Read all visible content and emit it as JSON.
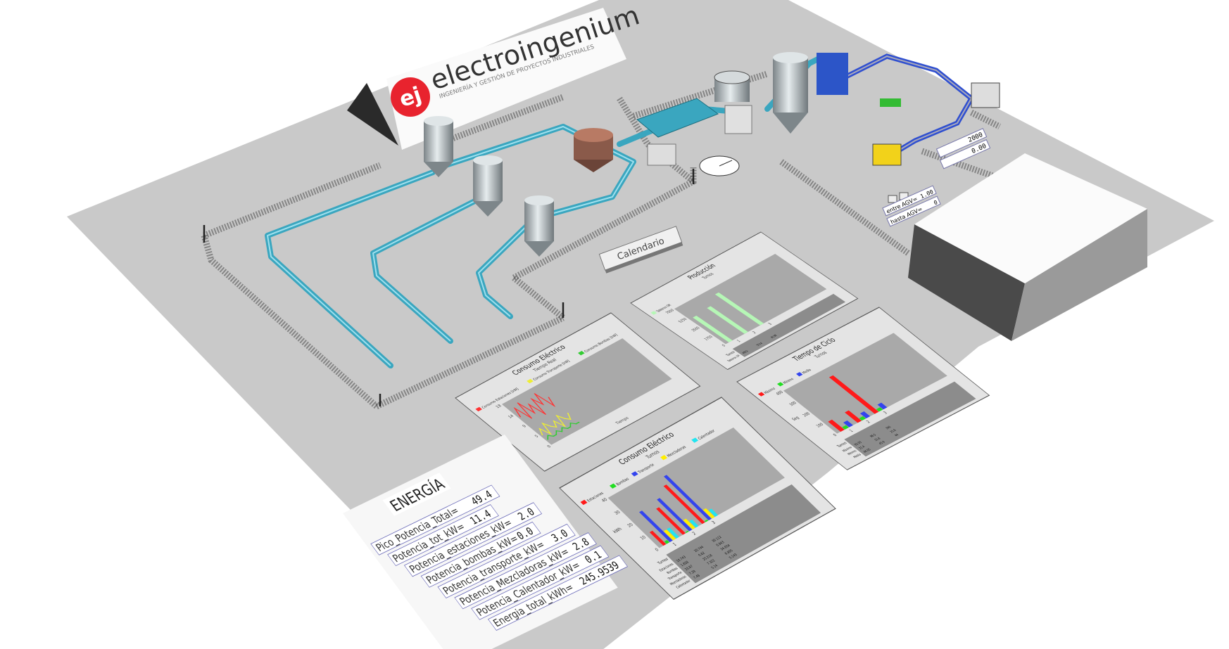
{
  "logo": {
    "brand": "electroingenium",
    "mark": "ej",
    "tagline": "INGENIERÍA Y GESTIÓN DE PROYECTOS INDUSTRIALES",
    "color": "#e8232e"
  },
  "calendar_button": {
    "label": "Calendario"
  },
  "agv_labels": [
    {
      "label": "entre AGV=",
      "value": "1.00"
    },
    {
      "label": "hasta AGV=",
      "value": "0"
    }
  ],
  "station_labels": [
    {
      "value": "2000"
    },
    {
      "value": "0.00"
    }
  ],
  "energy": {
    "title": "ENERGÍA",
    "rows": [
      {
        "label": "Pico_Potencia_Total=",
        "value": "49.4"
      },
      {
        "label": "Potencia_tot_kW=",
        "value": "11.4"
      },
      {
        "label": "Potencia_estaciones_kW=",
        "value": "2.0"
      },
      {
        "label": "Potencia_bombas_kW=",
        "value": "0.0"
      },
      {
        "label": "Potencia_transporte_kW=",
        "value": "3.0"
      },
      {
        "label": "Potencia_Mezcladoras_kW=",
        "value": "2.8"
      },
      {
        "label": "Potencia_Calentador_kW=",
        "value": "0.1"
      },
      {
        "label": "Energia_total_kWh=",
        "value": "245.9539"
      }
    ]
  },
  "colors": {
    "estaciones": "#ff1a1a",
    "bombas": "#22dd22",
    "transporte": "#3344ee",
    "mezcladoras": "#ffee00",
    "calentador": "#22e5f0",
    "produccion": "#b6f7b6"
  },
  "chart_data": [
    {
      "type": "line",
      "title": "Consumo Eléctrico",
      "subtitle": "Tiempo Real",
      "series": [
        {
          "name": "Consumo Estaciones [kW]",
          "color": "#ff3333",
          "values": [
            12,
            15,
            10,
            16,
            11,
            14,
            9,
            15,
            12,
            16,
            10,
            13
          ]
        },
        {
          "name": "Consumo Transporte [kW]",
          "color": "#eeee33",
          "values": [
            4,
            6,
            3,
            7,
            5,
            4,
            6,
            3,
            7,
            5,
            4,
            6
          ]
        },
        {
          "name": "Consumo Bombas [kW]",
          "color": "#33cc33",
          "values": [
            2,
            3,
            2,
            2,
            3,
            2,
            3,
            2,
            2,
            3,
            2,
            2
          ]
        }
      ],
      "ylim": [
        0,
        18
      ],
      "xlabel": "Tiempo"
    },
    {
      "type": "bar",
      "title": "Producción",
      "subtitle": "Turnos",
      "categories": [
        "1",
        "2",
        "3"
      ],
      "series": [
        {
          "name": "Tableros OK",
          "values": [
            4922,
            5114,
            6138
          ]
        }
      ],
      "ylim": [
        0,
        7000
      ],
      "table_header": "Turnos",
      "table_rows": [
        {
          "label": "Tableros OK",
          "values": [
            "4922",
            "5114",
            "6138"
          ]
        }
      ]
    },
    {
      "type": "bar",
      "title": "Consumo Eléctrico",
      "subtitle": "Turnos",
      "categories": [
        "1",
        "2",
        "3"
      ],
      "series": [
        {
          "name": "Estaciones",
          "values": [
            10.743,
            20.744,
            30.112
          ]
        },
        {
          "name": "Bombas",
          "values": [
            1.828,
            0.62,
            0.843
          ]
        },
        {
          "name": "Transporte",
          "values": [
            23.87,
            25.218,
            34.954
          ]
        },
        {
          "name": "Mezcladoras",
          "values": [
            7.29,
            7.322,
            6.895
          ]
        },
        {
          "name": "Calentador",
          "values": [
            7.48,
            5.14,
            5.143
          ]
        }
      ],
      "ylim": [
        0,
        40
      ],
      "ylabel": "kWh",
      "table_header": "Turnos"
    },
    {
      "type": "bar",
      "title": "Tiempo de Ciclo",
      "subtitle": "Turnos",
      "categories": [
        "1",
        "2",
        "3"
      ],
      "series": [
        {
          "name": "Máximo",
          "values": [
            93.93,
            96.5,
            340.0
          ]
        },
        {
          "name": "Mínimo",
          "values": [
            21.4,
            21.6,
            21.6
          ]
        },
        {
          "name": "Media",
          "values": [
            44.05,
            45.9,
            44.0
          ]
        }
      ],
      "ylim": [
        0,
        400
      ],
      "ylabel": "Seg",
      "table_header": "Turnos"
    }
  ]
}
